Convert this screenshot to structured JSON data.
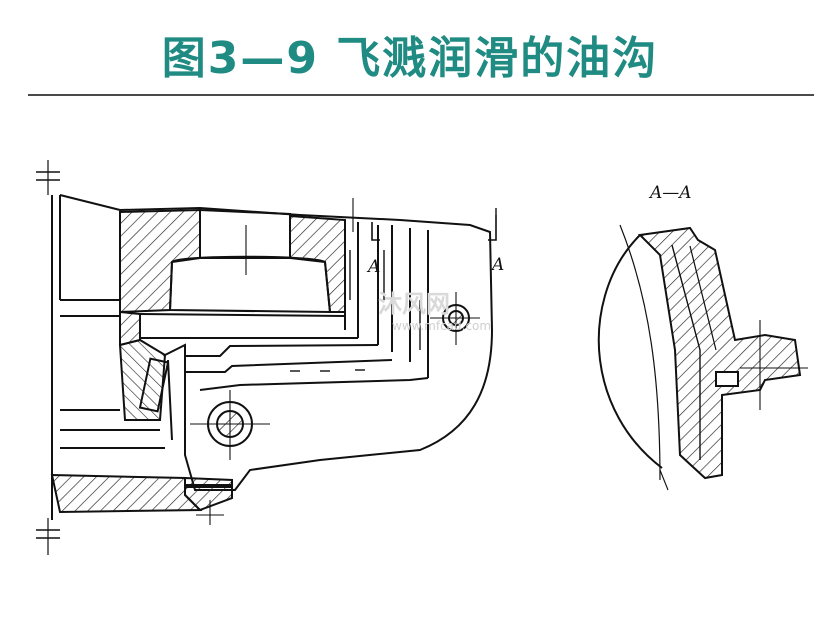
{
  "title": "图3—9  飞溅润滑的油沟",
  "labels": {
    "section_left": "A",
    "section_right": "A",
    "section_view": "A—A"
  },
  "watermark": {
    "text": "沐风网",
    "url": "www.mfcad.com"
  }
}
